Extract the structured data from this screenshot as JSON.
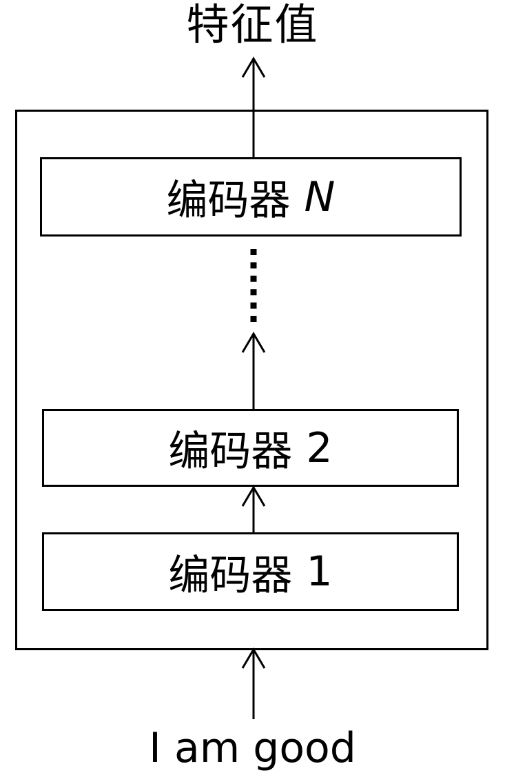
{
  "diagram": {
    "title_semantic": "stacked-encoder-diagram",
    "output_label": "特征值",
    "input_label": "I am good",
    "encoders": [
      {
        "prefix": "编码器",
        "suffix": "N"
      },
      {
        "prefix": "编码器",
        "suffix": "2"
      },
      {
        "prefix": "编码器",
        "suffix": "1"
      }
    ],
    "ellipsis_between": "编码器 2 … 编码器 N",
    "colors": {
      "line": "#000000",
      "background": "#ffffff"
    }
  }
}
